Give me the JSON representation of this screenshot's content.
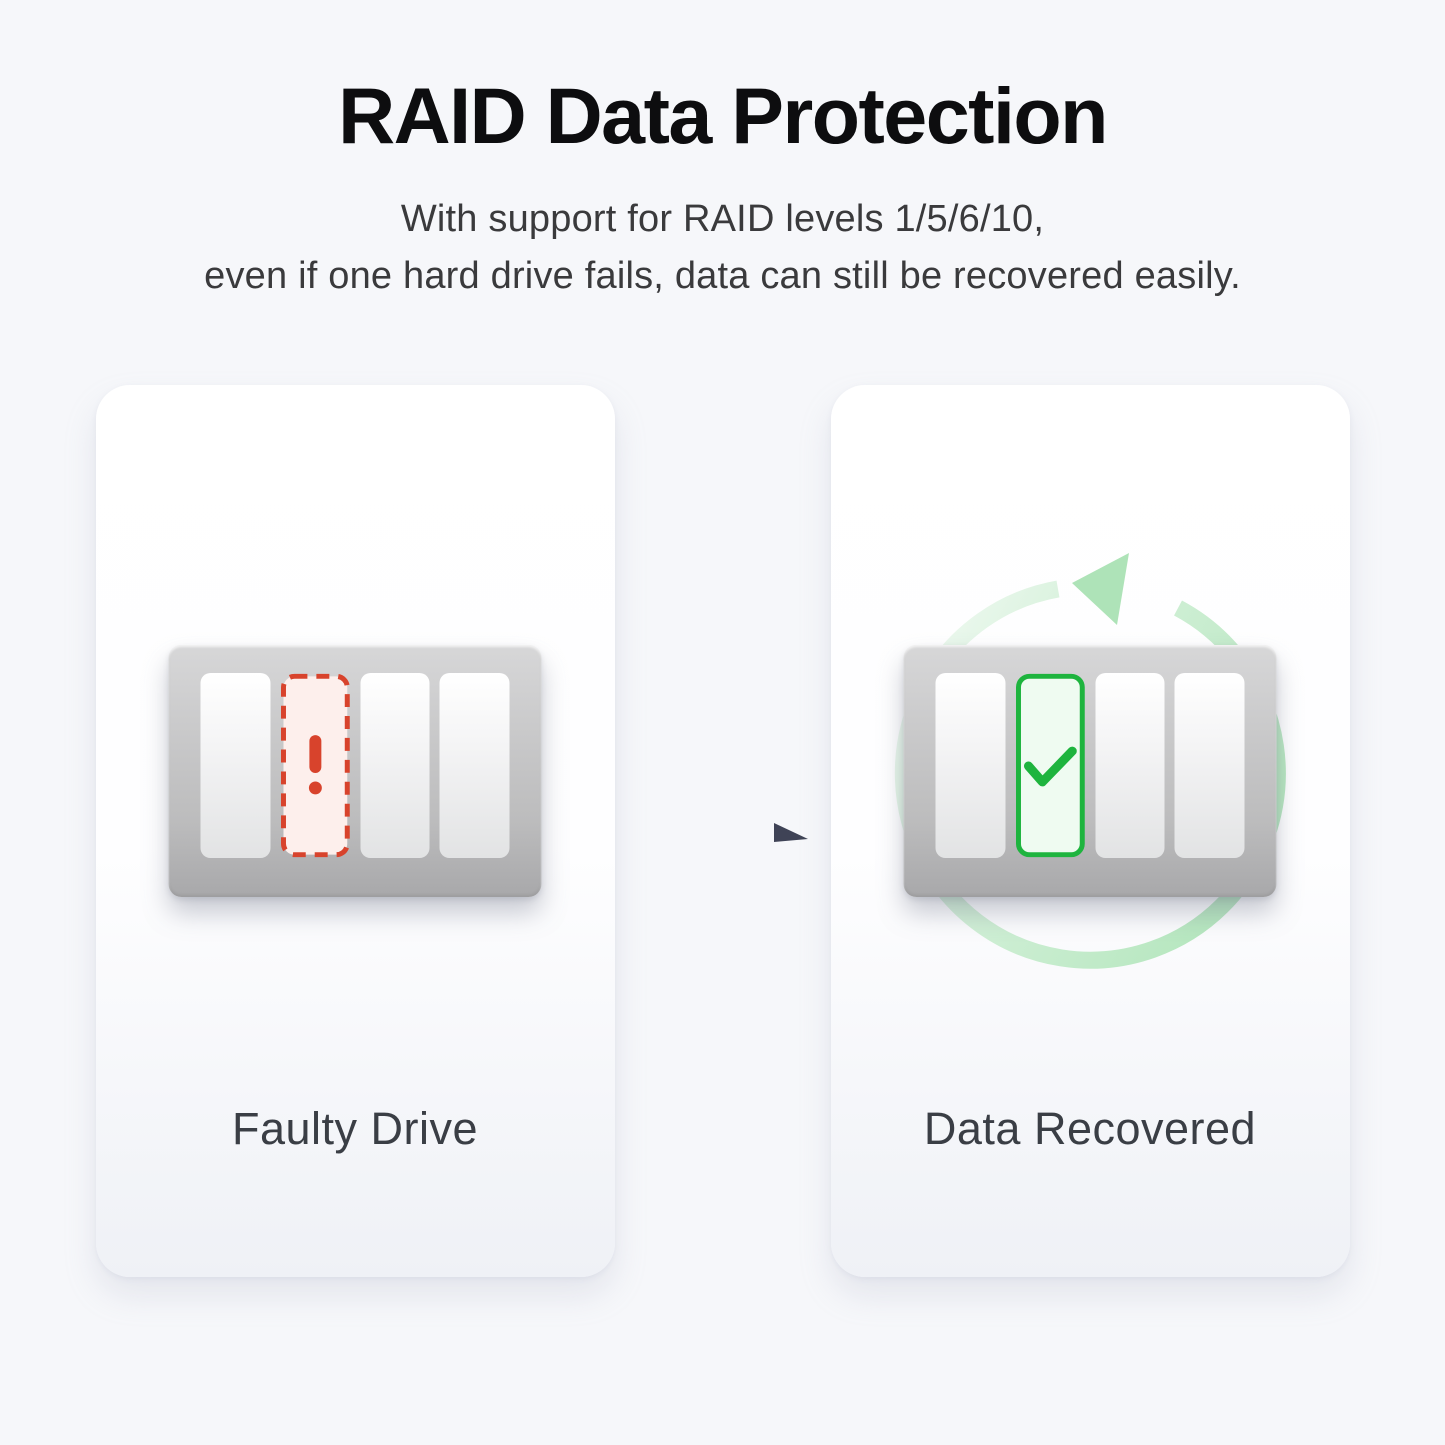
{
  "header": {
    "title": "RAID Data Protection",
    "subtitle_line1": "With support for RAID levels 1/5/6/10,",
    "subtitle_line2": "even if one hard drive fails, data can still be recovered easily."
  },
  "cards": [
    {
      "label": "Faulty Drive",
      "state": "faulty",
      "bay_count": 4,
      "highlighted_bay_index": 2,
      "status_icon": "exclamation-icon"
    },
    {
      "label": "Data Recovered",
      "state": "recovered",
      "bay_count": 4,
      "highlighted_bay_index": 2,
      "status_icon": "checkmark-icon"
    }
  ],
  "flow_arrow": {
    "direction": "right",
    "style": "dashed"
  },
  "icons": {
    "faulty_bay": "exclamation-icon",
    "recovered_bay": "checkmark-icon",
    "recovery_loop": "recycle-arrow-icon",
    "transition": "dashed-right-arrow-icon"
  },
  "colors": {
    "page_background": "#f6f7fa",
    "card_background": "#ffffff",
    "title_text": "#0d0d0f",
    "subtitle_text": "#3a3a3c",
    "label_text": "#3a3e45",
    "enclosure_gray": "#c6c6c7",
    "bay_white": "#f2f3f4",
    "fault_red": "#d8432c",
    "fault_bay_fill": "#fdefec",
    "recover_green": "#1eb43e",
    "recover_bay_fill": "#effbf1",
    "recycle_ring_green": "#b7e7c0",
    "flow_arrow_dark": "#474b5e",
    "flow_arrow_light": "#c7c9cf"
  }
}
